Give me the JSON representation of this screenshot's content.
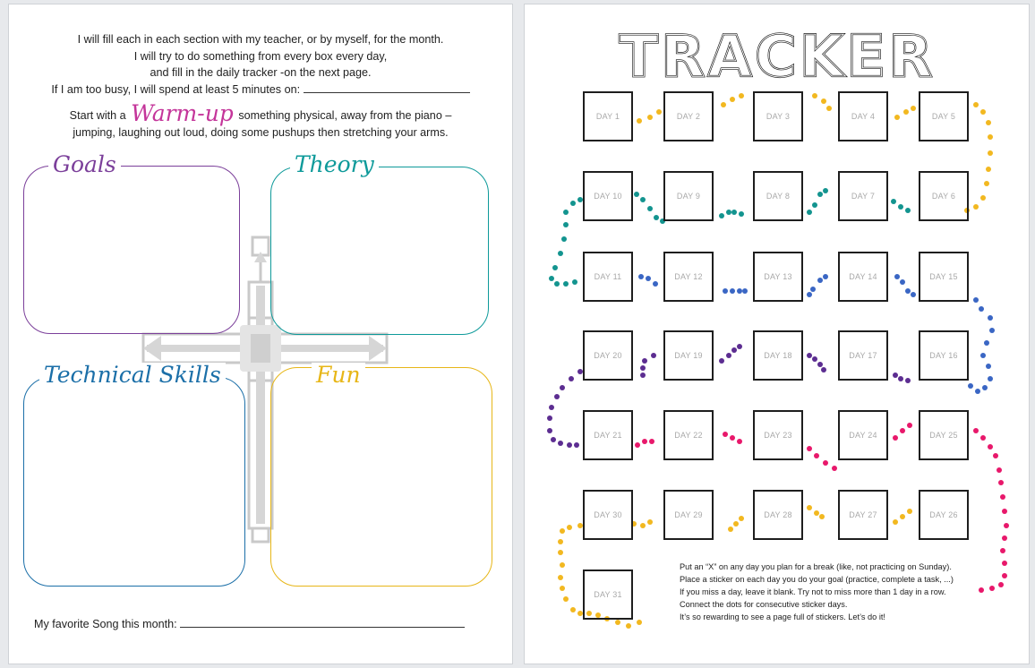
{
  "worksheet": {
    "intro_lines": [
      "I will fill each in each section with my teacher, or by myself, for the month.",
      "I will try to do something from every box every day,",
      "and fill in the daily tracker -on the next page.",
      "If I am too busy, I will spend at least 5 minutes on:"
    ],
    "warmup": {
      "prefix": "Start with a",
      "word": "Warm-up",
      "suffix": "something physical, away from the piano –",
      "line2": "jumping, laughing out loud, doing some pushups then stretching your arms."
    },
    "boxes": {
      "goals": "Goals",
      "theory": "Theory",
      "technical": "Technical Skills",
      "fun": "Fun"
    },
    "favorite_song_label": "My favorite Song this month:"
  },
  "tracker": {
    "title": "TRACKER",
    "days": [
      "DAY 1",
      "DAY 2",
      "DAY 3",
      "DAY 4",
      "DAY 5",
      "DAY 6",
      "DAY 7",
      "DAY 8",
      "DAY 9",
      "DAY 10",
      "DAY 11",
      "DAY 12",
      "DAY 13",
      "DAY 14",
      "DAY 15",
      "DAY 16",
      "DAY 17",
      "DAY 18",
      "DAY 19",
      "DAY 20",
      "DAY 21",
      "DAY 22",
      "DAY 23",
      "DAY 24",
      "DAY 25",
      "DAY 26",
      "DAY 27",
      "DAY 28",
      "DAY 29",
      "DAY 30",
      "DAY 31"
    ],
    "instructions": [
      "Put an “X” on any day you plan for a break (like, not practicing on Sunday).",
      "Place a sticker on each day you do your goal (practice, complete a task, ...)",
      "If you miss a day, leave it blank. Try not to miss more than 1 day in a row.",
      "Connect the dots for consecutive sticker days.",
      "It’s so rewarding to see a page full of stickers. Let’s do it!"
    ],
    "dot_colors": [
      "#f2b820",
      "#13948f",
      "#3a66c4",
      "#5c2d91",
      "#e8186b"
    ]
  },
  "colors": {
    "goals": "#7b3f9a",
    "theory": "#0e9a9a",
    "technical": "#1b6fa8",
    "fun": "#e7b617",
    "warmup": "#c4359a"
  }
}
